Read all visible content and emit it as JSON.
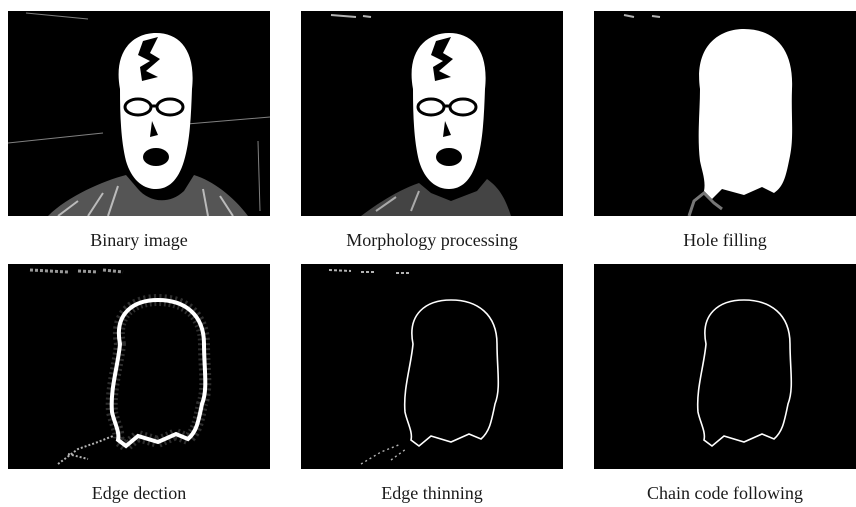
{
  "panels": [
    {
      "caption": "Binary image",
      "icon": "binary-face-image"
    },
    {
      "caption": "Morphology processing",
      "icon": "morphology-face-image"
    },
    {
      "caption": "Hole filling",
      "icon": "filled-head-silhouette"
    },
    {
      "caption": "Edge dection",
      "icon": "noisy-edge-contour"
    },
    {
      "caption": "Edge thinning",
      "icon": "thin-edge-contour"
    },
    {
      "caption": "Chain code following",
      "icon": "clean-contour"
    }
  ],
  "colors": {
    "background": "#000000",
    "foreground": "#ffffff",
    "caption": "#1a1a1a"
  }
}
